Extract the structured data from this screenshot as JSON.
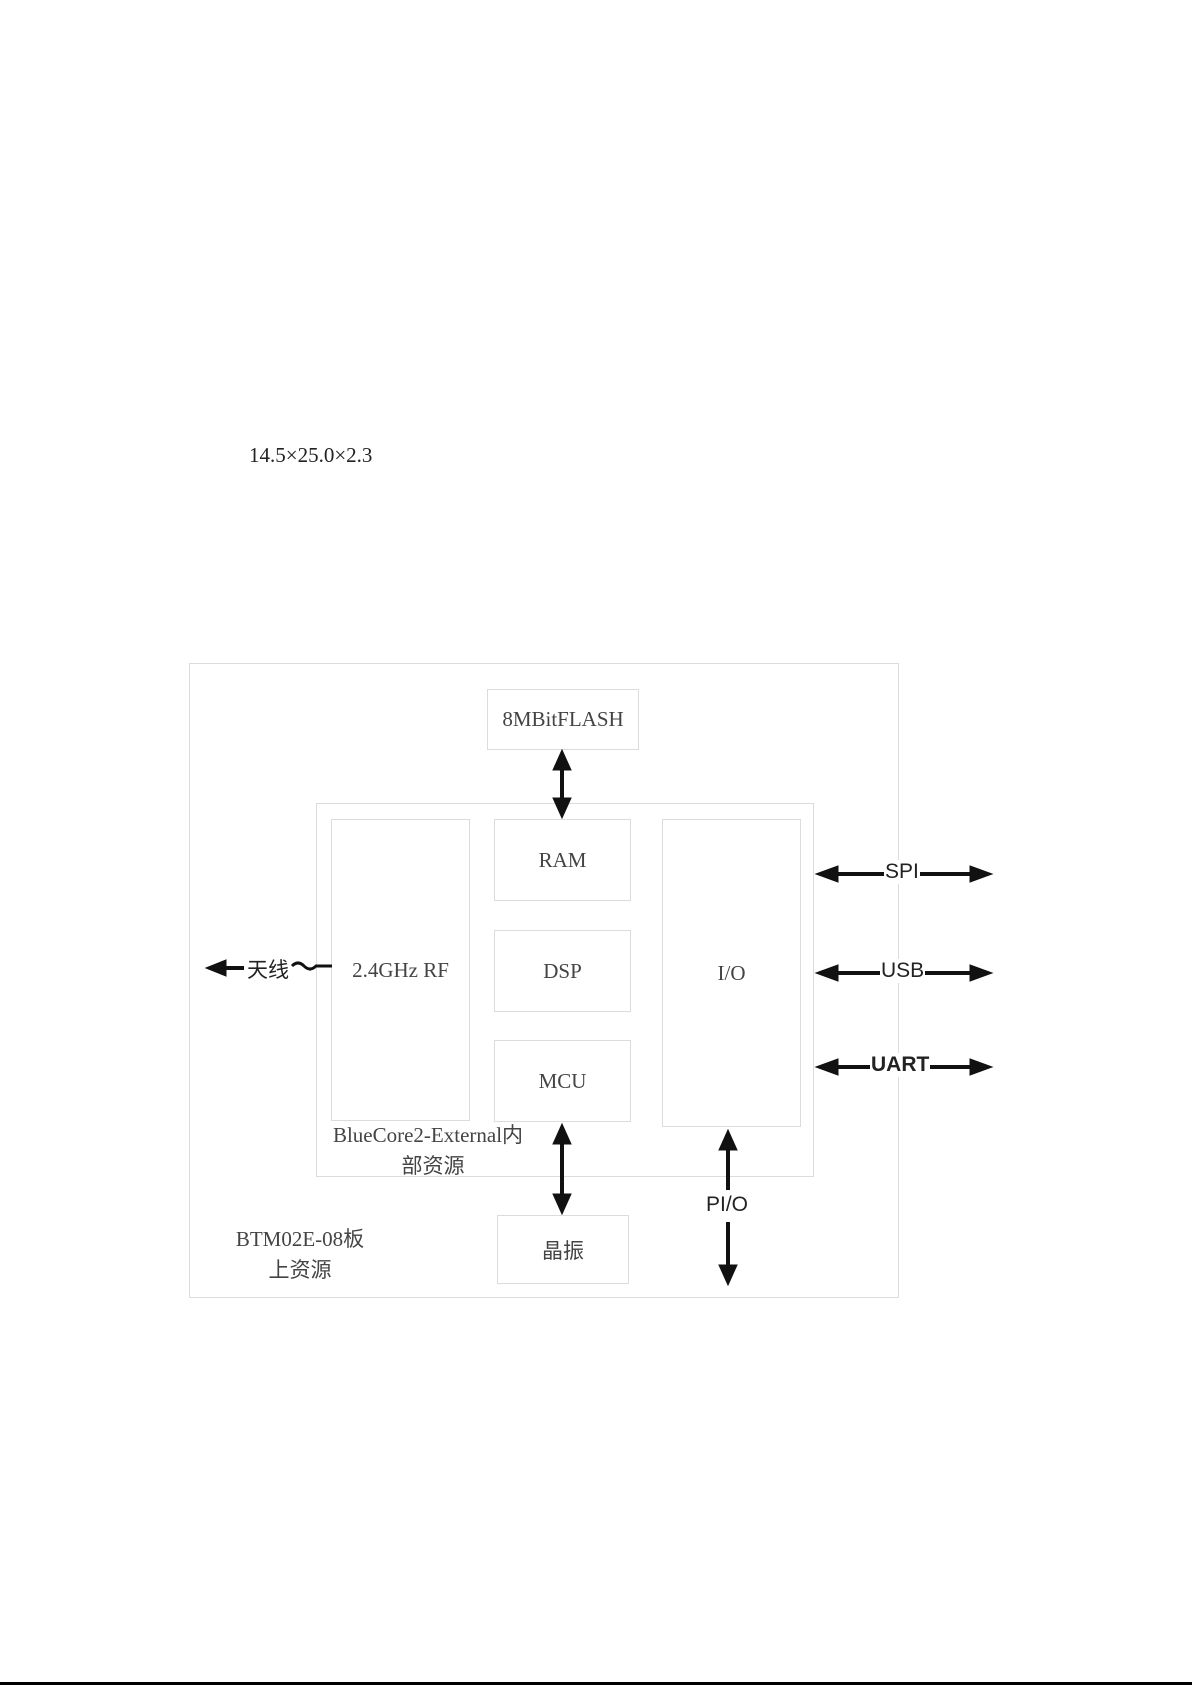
{
  "dimensions_text": "14.5×25.0×2.3",
  "diagram": {
    "board_label_line1": "BTM02E-08板",
    "board_label_line2": "上资源",
    "chip_label_line1": "BlueCore2-External内",
    "chip_label_line2": "部资源",
    "blocks": {
      "flash": "8MBitFLASH",
      "rf": "2.4GHz RF",
      "ram": "RAM",
      "dsp": "DSP",
      "mcu": "MCU",
      "io": "I/O",
      "crystal": "晶振"
    },
    "interfaces": {
      "antenna": "天线",
      "spi": "SPI",
      "usb": "USB",
      "uart": "UART",
      "pio": "PI/O"
    }
  }
}
